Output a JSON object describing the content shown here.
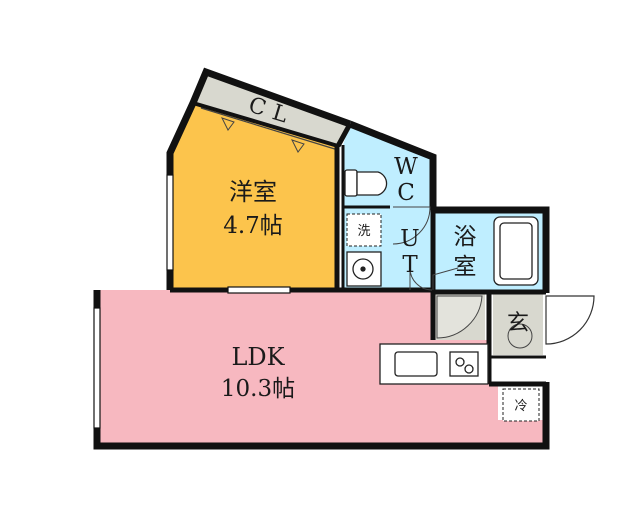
{
  "rooms": {
    "western": {
      "name": "洋室",
      "size": "4.7帖",
      "color": "#fcc44c"
    },
    "ldk": {
      "name": "LDK",
      "size": "10.3帖",
      "color": "#f7b8c0"
    },
    "closet": {
      "name": "CL",
      "color": "#d8d8cf"
    },
    "wc": {
      "name": "WC",
      "color": "#bfeeff"
    },
    "ut": {
      "name": "UT",
      "color": "#bfeeff"
    },
    "bath": {
      "name": "浴室",
      "color": "#bfeeff"
    },
    "entrance": {
      "name": "玄",
      "color": "#d8d8cf"
    },
    "storage": {
      "color": "#d8d8cf"
    }
  },
  "fixtures": {
    "washer": "洗",
    "fridge": "冷"
  },
  "colors": {
    "wall": "#111111",
    "fixture_stroke": "#222222"
  }
}
